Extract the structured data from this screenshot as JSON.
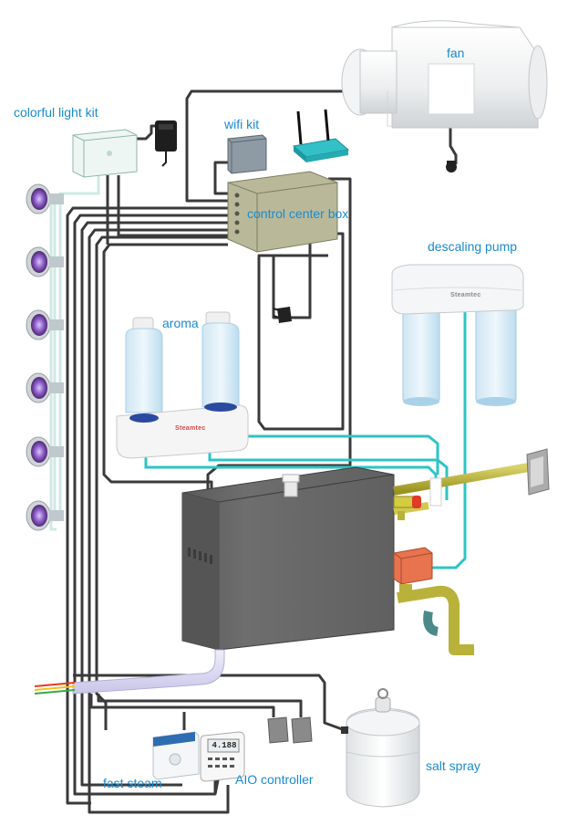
{
  "labels": {
    "fan": "fan",
    "colorful_light_kit": "colorful light kit",
    "wifi_kit": "wifi kit",
    "control_center_box": "control center box",
    "descaling_pump": "descaling pump",
    "aroma": "aroma",
    "fast_steam": "fast steam",
    "aio_controller": "AIO controller",
    "salt_spray": "salt spray"
  },
  "brand": "Steamtec",
  "aio_screen_readout": "4.188",
  "colors": {
    "label": "#1a8ad0",
    "wire": "#3a3a3a",
    "water_line": "#2ec4c4",
    "pipe": "#b7b03a",
    "generator": "#6b6b6b",
    "router": "#29b8c0",
    "control_box": "#b9b99a",
    "valve": "#e8734f",
    "light_ring": "#8a4fb0"
  }
}
